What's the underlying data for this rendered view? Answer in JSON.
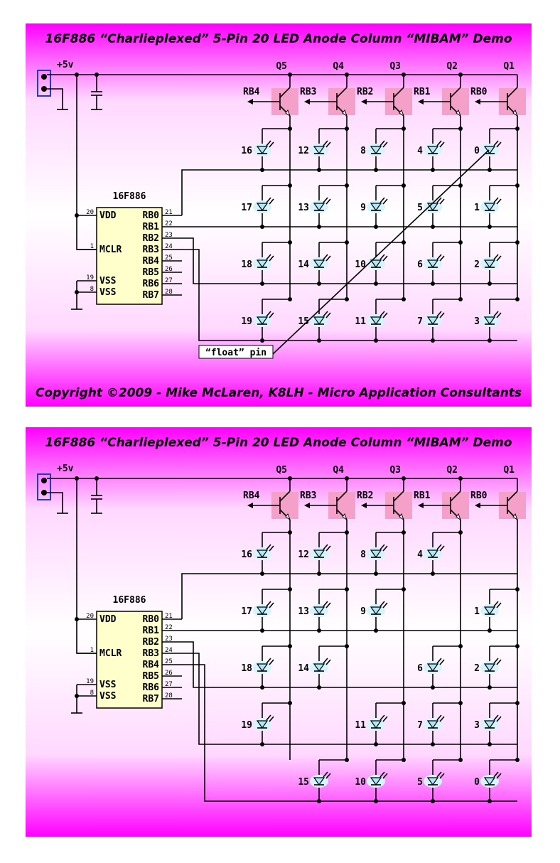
{
  "panels": [
    {
      "title": "16F886 “Charlieplexed” 5-Pin 20 LED Anode Column “MIBAM” Demo",
      "copyright": "Copyright ©2009 - Mike McLaren, K8LH - Micro Application Consultants",
      "float_label": "“float” pin",
      "rows": [
        [
          "16",
          "12",
          "8",
          "4",
          "0"
        ],
        [
          "17",
          "13",
          "9",
          "5",
          "1"
        ],
        [
          "18",
          "14",
          "10",
          "6",
          "2"
        ],
        [
          "19",
          "15",
          "11",
          "7",
          "3"
        ]
      ]
    },
    {
      "title": "16F886 “Charlieplexed” 5-Pin 20 LED Anode Column “MIBAM” Demo",
      "rows": [
        [
          "16",
          "12",
          "8",
          "4",
          ""
        ],
        [
          "17",
          "13",
          "9",
          "",
          "1"
        ],
        [
          "18",
          "14",
          "",
          "6",
          "2"
        ],
        [
          "19",
          "",
          "11",
          "7",
          "3"
        ],
        [
          "",
          "15",
          "10",
          "5",
          "0"
        ]
      ]
    }
  ],
  "supply_label": "+5v",
  "chip_name": "16F886",
  "transistors": [
    "Q5",
    "Q4",
    "Q3",
    "Q2",
    "Q1"
  ],
  "base_pins": [
    "RB4",
    "RB3",
    "RB2",
    "RB1",
    "RB0"
  ],
  "chip_left": [
    {
      "pin": "20",
      "name": "VDD"
    },
    {
      "pin": "1",
      "name": "MCLR"
    },
    {
      "pin": "19",
      "name": "VSS"
    },
    {
      "pin": "8",
      "name": "VSS"
    }
  ],
  "chip_right": [
    {
      "pin": "21",
      "name": "RB0"
    },
    {
      "pin": "22",
      "name": "RB1"
    },
    {
      "pin": "23",
      "name": "RB2"
    },
    {
      "pin": "24",
      "name": "RB3"
    },
    {
      "pin": "25",
      "name": "RB4"
    },
    {
      "pin": "26",
      "name": "RB5"
    },
    {
      "pin": "27",
      "name": "RB6"
    },
    {
      "pin": "28",
      "name": "RB7"
    }
  ],
  "colors": {
    "gradient_top": "#ff00ff",
    "gradient_bottom": "#ffffff",
    "transistor_box": "#f5a0c8",
    "led_fill": "#aee8f8",
    "led_glow": "#d6f4fc",
    "connector": "#1a3cc8"
  }
}
